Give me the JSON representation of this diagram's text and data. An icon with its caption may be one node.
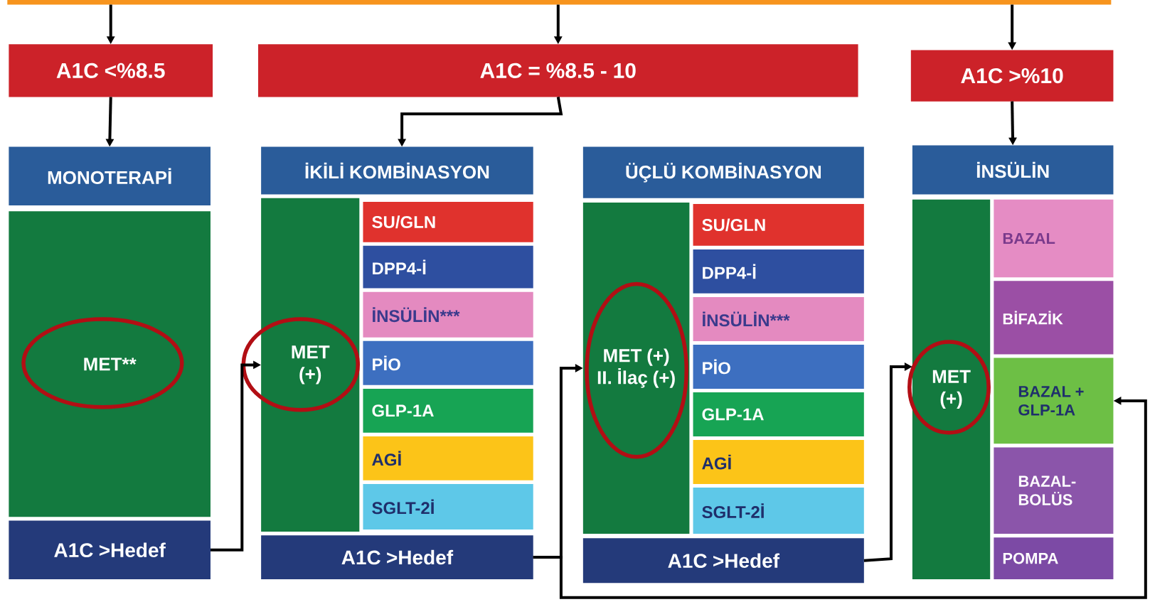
{
  "diagram": {
    "nodes": [
      {
        "text": [],
        "shape": "bar"
      },
      {
        "text": [
          "A1C <%8.5"
        ]
      },
      {
        "text": [
          "A1C = %8.5 - 10"
        ]
      },
      {
        "text": [
          "A1C >%10"
        ]
      },
      {
        "text": [
          "MONOTERAPİ"
        ]
      },
      {
        "text": [
          "MET**"
        ]
      },
      {
        "text": [
          "A1C >Hedef"
        ]
      },
      {
        "text": [
          "İKİLİ KOMBİNASYON"
        ]
      },
      {
        "text": [
          "MET (+)"
        ]
      },
      {
        "text": [
          "SU/GLN"
        ]
      },
      {
        "text": [
          "DPP4-İ"
        ]
      },
      {
        "text": [
          "İNSÜLİN***"
        ]
      },
      {
        "text": [
          "PİO"
        ]
      },
      {
        "text": [
          "GLP-1A"
        ]
      },
      {
        "text": [
          "AGİ"
        ]
      },
      {
        "text": [
          "SGLT-2İ"
        ]
      },
      {
        "text": [
          "A1C >Hedef"
        ]
      },
      {
        "text": [
          "ÜÇLÜ KOMBİNASYON"
        ]
      },
      {
        "text": [
          "MET (+) II. İlaç (+)"
        ]
      },
      {
        "text": [
          "SU/GLN"
        ]
      },
      {
        "text": [
          "DPP4-İ"
        ]
      },
      {
        "text": [
          "İNSÜLİN***"
        ]
      },
      {
        "text": [
          "PİO"
        ]
      },
      {
        "text": [
          "GLP-1A"
        ]
      },
      {
        "text": [
          "AGİ"
        ]
      },
      {
        "text": [
          "SGLT-2İ"
        ]
      },
      {
        "text": [
          "A1C >Hedef"
        ]
      },
      {
        "text": [
          "İNSÜLİN"
        ]
      },
      {
        "text": [
          "MET (+)"
        ]
      },
      {
        "text": [
          "BAZAL"
        ]
      },
      {
        "text": [
          "BİFAZİK"
        ]
      },
      {
        "text": [
          "BAZAL + GLP-1A"
        ]
      },
      {
        "text": [
          "BAZAL- BOLÜS"
        ]
      },
      {
        "text": [
          "POMPA"
        ]
      }
    ],
    "edges": [
      {
        "from": 0,
        "to": 1,
        "arrow": "to"
      },
      {
        "from": 0,
        "to": 2,
        "arrow": "to"
      },
      {
        "from": 0,
        "to": 3,
        "arrow": "to"
      },
      {
        "from": 1,
        "to": 4,
        "arrow": "to"
      },
      {
        "from": 2,
        "to": 7,
        "arrow": "to"
      },
      {
        "from": 3,
        "to": 27,
        "arrow": "to"
      },
      {
        "from": 6,
        "to": 8,
        "arrow": "to"
      },
      {
        "from": 16,
        "to": 18,
        "arrow": "to"
      },
      {
        "from": 16,
        "to": 31,
        "arrow": "to"
      },
      {
        "from": 26,
        "to": 28,
        "arrow": "to"
      }
    ]
  }
}
